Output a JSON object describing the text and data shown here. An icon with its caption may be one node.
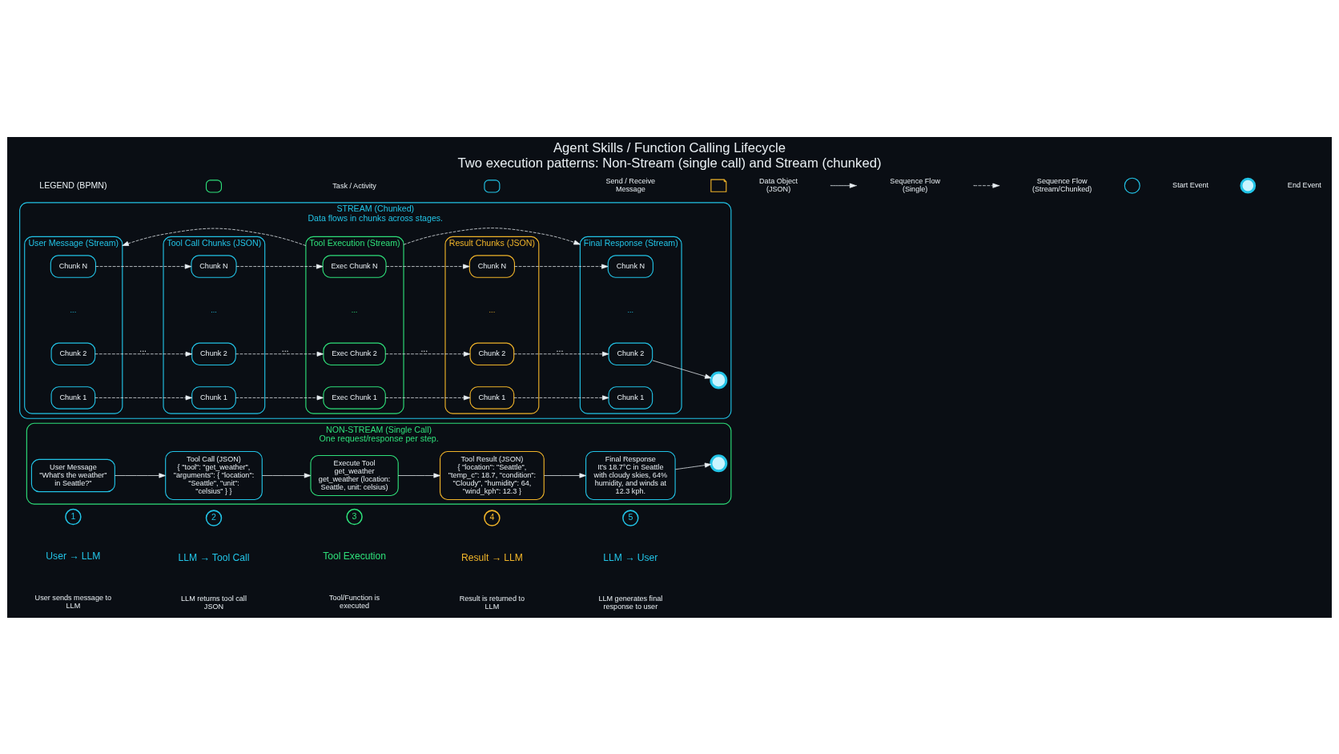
{
  "diagram": {
    "title": "Agent Skills / Function Calling Lifecycle",
    "caption": "Two execution patterns: Non-Stream (single call) and Stream (chunked)",
    "nodes": [
      {
        "text": [
          "NON-STREAM (Single Call)",
          "One request/response per step."
        ]
      },
      {
        "text": [
          "User Message",
          "\"What's the weather\" in Seattle?\""
        ],
        "in": 0
      },
      {
        "text": [
          "Tool Call (JSON)",
          "{ \"tool\": \"get_weather\", \"arguments\": { \"location\": \"Seattle\", \"unit\": \"celsius\" } }"
        ],
        "in": 0
      },
      {
        "text": [
          "Execute Tool",
          "get_weather",
          "get_weather (location: Seattle, unit: celsius)"
        ],
        "in": 0
      },
      {
        "text": [
          "Tool Result (JSON)",
          "{ \"location\": \"Seattle\", \"temp_c\": 18.7, \"condition\": \"Cloudy\", \"humidity\": 64, \"wind_kph\": 12.3 }"
        ],
        "in": 0
      },
      {
        "text": [
          "Final Response",
          "It's 18.7°C in Seattle with cloudy skies, 64% humidity, and winds at 12.3 kph."
        ],
        "in": 0
      },
      {
        "text": [],
        "shape": "circle",
        "in": 0
      },
      {
        "text": [
          "STREAM (Chunked)",
          "Data flows in chunks across stages."
        ]
      },
      {
        "text": [
          "User Message (Stream)"
        ],
        "in": 7
      },
      {
        "text": [
          "Chunk 1"
        ],
        "in": 8
      },
      {
        "text": [
          "Chunk 2"
        ],
        "in": 8
      },
      {
        "text": [
          "Chunk N"
        ],
        "in": 8
      },
      {
        "text": [
          "Tool Call Chunks (JSON)"
        ],
        "in": 7
      },
      {
        "text": [
          "Chunk 1"
        ],
        "in": 12
      },
      {
        "text": [
          "Chunk 2"
        ],
        "in": 12
      },
      {
        "text": [
          "Chunk N"
        ],
        "in": 12
      },
      {
        "text": [
          "Tool Execution (Stream)"
        ],
        "in": 7
      },
      {
        "text": [
          "Exec Chunk 1"
        ],
        "in": 16
      },
      {
        "text": [
          "Exec Chunk 2"
        ],
        "in": 16
      },
      {
        "text": [
          "Exec Chunk N"
        ],
        "in": 16
      },
      {
        "text": [
          "Result Chunks (JSON)"
        ],
        "in": 7
      },
      {
        "text": [
          "Chunk 1"
        ],
        "in": 20
      },
      {
        "text": [
          "Chunk 2"
        ],
        "in": 20
      },
      {
        "text": [
          "Chunk N"
        ],
        "in": 20
      },
      {
        "text": [
          "Final Response (Stream)"
        ],
        "in": 7
      },
      {
        "text": [
          "Chunk 1"
        ],
        "in": 24
      },
      {
        "text": [
          "Chunk 2"
        ],
        "in": 24
      },
      {
        "text": [
          "Chunk N"
        ],
        "in": 24
      },
      {
        "text": [],
        "shape": "circle",
        "in": 7
      }
    ],
    "edges": [
      {
        "from": 1,
        "to": 2,
        "arrow": "to"
      },
      {
        "from": 2,
        "to": 3,
        "arrow": "to"
      },
      {
        "from": 3,
        "to": 4,
        "arrow": "to"
      },
      {
        "from": 4,
        "to": 5,
        "arrow": "to"
      },
      {
        "from": 5,
        "to": 6,
        "arrow": "to"
      },
      {
        "from": 9,
        "to": 13,
        "arrow": "to",
        "style": "dashed"
      },
      {
        "from": 10,
        "to": 14,
        "arrow": "to",
        "style": "dashed",
        "label": "..."
      },
      {
        "from": 11,
        "to": 15,
        "arrow": "to",
        "style": "dashed"
      },
      {
        "from": 13,
        "to": 17,
        "arrow": "to",
        "style": "dashed"
      },
      {
        "from": 14,
        "to": 18,
        "arrow": "to",
        "style": "dashed",
        "label": "..."
      },
      {
        "from": 15,
        "to": 19,
        "arrow": "to",
        "style": "dashed"
      },
      {
        "from": 17,
        "to": 21,
        "arrow": "to",
        "style": "dashed"
      },
      {
        "from": 18,
        "to": 22,
        "arrow": "to",
        "style": "dashed",
        "label": "..."
      },
      {
        "from": 19,
        "to": 23,
        "arrow": "to",
        "style": "dashed"
      },
      {
        "from": 21,
        "to": 25,
        "arrow": "to",
        "style": "dashed"
      },
      {
        "from": 22,
        "to": 26,
        "arrow": "to",
        "style": "dashed",
        "label": "..."
      },
      {
        "from": 23,
        "to": 27,
        "arrow": "to",
        "style": "dashed"
      },
      {
        "from": 26,
        "to": 28,
        "arrow": "to"
      },
      {
        "from": 16,
        "to": 8,
        "arrow": "to",
        "style": "dashed"
      },
      {
        "from": 16,
        "to": 24,
        "arrow": "to",
        "style": "dashed"
      }
    ],
    "labels": [
      "1",
      "User → LLM",
      "User sends message to LLM",
      "2",
      "LLM → Tool Call",
      "LLM returns tool call JSON",
      "3",
      "Tool Execution",
      "Tool/Function is executed",
      "4",
      "Result → LLM",
      "Result is returned to LLM",
      "5",
      "LLM → User",
      "LLM generates final response to user",
      "...",
      "...",
      "...",
      "...",
      "...",
      "LEGEND (BPMN)"
    ],
    "legend": [
      {
        "text": "Task / Activity"
      },
      {
        "text": "Send / Receive Message"
      },
      {
        "text": "Data Object (JSON)"
      },
      {
        "text": "Sequence Flow (Single)"
      },
      {
        "text": "Sequence Flow (Stream/Chunked)"
      },
      {
        "text": "Start Event"
      },
      {
        "text": "End Event"
      }
    ]
  }
}
